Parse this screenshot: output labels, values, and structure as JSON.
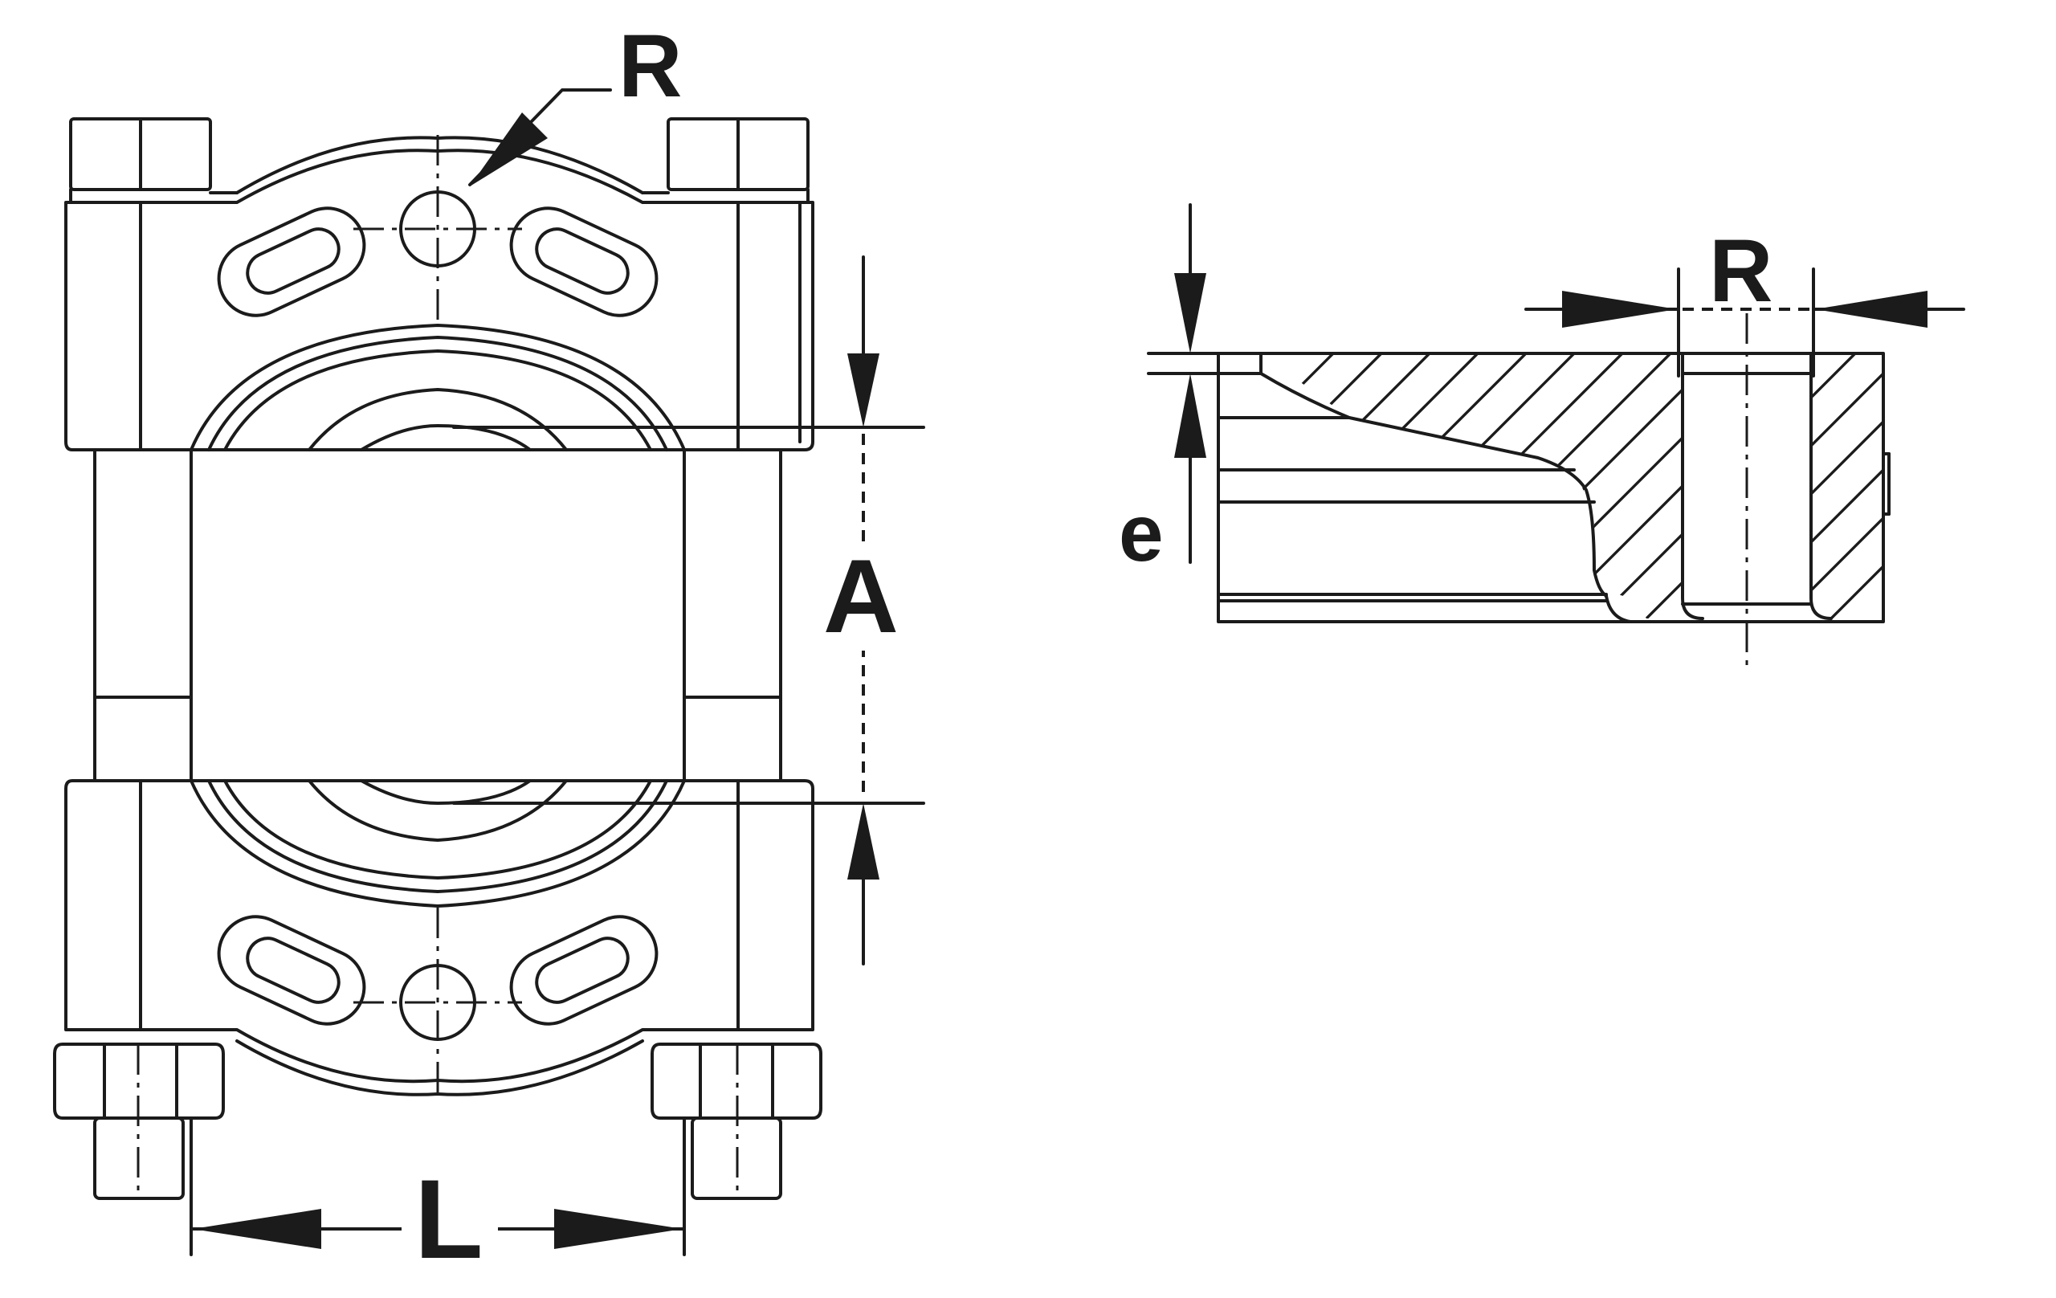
{
  "labels": {
    "radius_top": "R",
    "opening": "A",
    "length": "L",
    "edge": "e",
    "radius_section": "R"
  }
}
